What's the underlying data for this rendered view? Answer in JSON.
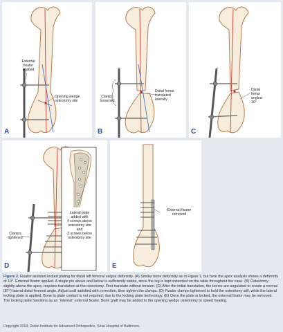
{
  "panels": {
    "a": {
      "label": "A",
      "annotations": {
        "external_fixator": "External\nfixator\napplied",
        "wedge": "Opening wedge\nosteotomy site"
      }
    },
    "b": {
      "label": "B",
      "annotations": {
        "clamps": "Clamps\nloosened",
        "distal": "Distal femur\ntranslated\nlaterally"
      }
    },
    "c": {
      "label": "C",
      "annotations": {
        "distal": "Distal\nfemur\nangled\n10°"
      }
    },
    "d": {
      "label": "D",
      "annotations": {
        "lateral_plate": "Lateral plate\nadded with\n4 screws above\nosteotomy site\nand\n3 screws below\nosteotomy site",
        "clamps": "Clamps\ntightened"
      }
    },
    "e": {
      "label": "E",
      "annotations": {
        "fixator_removed": "External fixator\nremoved"
      }
    }
  },
  "caption": {
    "figure_label": "Figure 2.",
    "text": " Fixator assisted locked plating for distal left femoral valgus deformity. (A) Similar bone deformity as in Figure 1, but here the apex analysis shows a deformity of 10°. External fixator applied. A single pin above and below is sufficiently stable, since the leg is kept extended on the table throughout the case. (B) Osteotomy slightly above the apex, requires translation at the osteotomy. First translate without tension. (C) After the initial translation, the bones are angulated to create a normal (87°) lateral distal femoral angle. Adjust until satisfied with correction, then tighten the clamps. (D) Fixator clamps tightened to hold the osteotomy still, while the lateral locking plate is applied. Bone to plate contact is not required, due to the locking plate technology. (E) Once the plate is locked, the external fixator may be removed. The locking plate functions as an “internal” external fixator. Bone graft may be added to the opening wedge osteotomy to speed healing.",
    "copyright": "Copyright 2018, Rubin Institute for Advanced Orthopedics, Sinai Hospital of Baltimore."
  },
  "colors": {
    "bone_fill": "#f7eddc",
    "bone_outline": "#b57a4a",
    "axis_red": "#cc2222",
    "axis_blue": "#3366cc",
    "hardware": "#555555",
    "label_blue": "#2b4d8c"
  }
}
